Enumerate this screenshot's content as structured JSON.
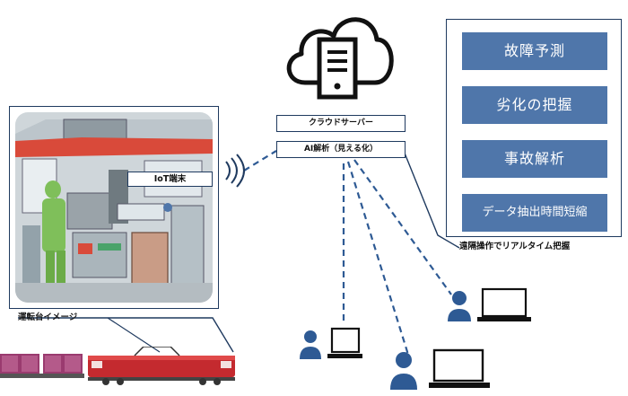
{
  "cab_panel": {
    "iot_label": "IoT端末",
    "caption": "運転台イメージ"
  },
  "server": {
    "cloud_label": "クラウドサーバー",
    "ai_label": "AI解析（見える化）"
  },
  "features": {
    "items": [
      {
        "label": "故障予測"
      },
      {
        "label": "劣化の把握"
      },
      {
        "label": "事故解析"
      },
      {
        "label": "データ抽出時間短縮"
      }
    ],
    "remote_label": "遠隔操作でリアルタイム把握"
  },
  "colors": {
    "border": "#1f3a5f",
    "feature_fill": "#4f76aa",
    "connector": "#2e5a94",
    "user_icon": "#2e5a94"
  },
  "icons": [
    "cloud-icon",
    "server-icon",
    "wifi-signal-icon",
    "user-icon",
    "laptop-icon",
    "locomotive-icon",
    "freight-car-icon"
  ]
}
